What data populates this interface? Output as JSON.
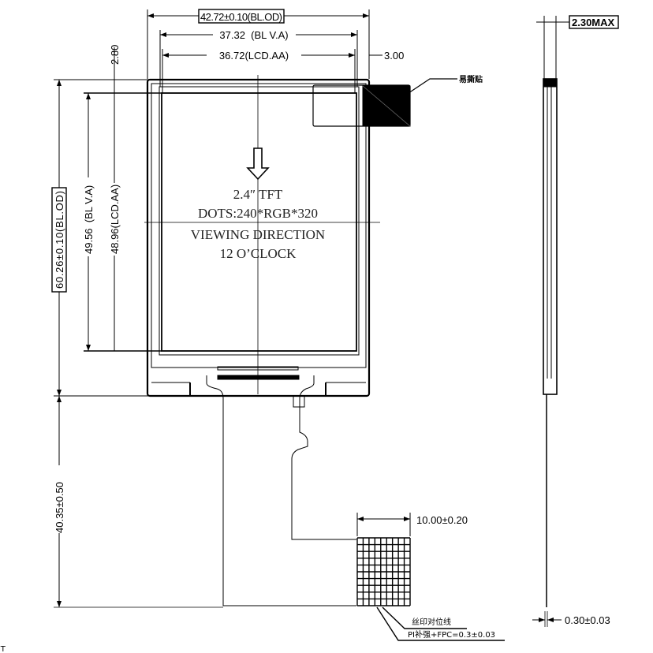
{
  "title_block": {
    "screen_size": "2.4″ TFT",
    "dots": "DOTS:240*RGB*320",
    "viewing_label": "VIEWING DIRECTION",
    "viewing_value": "12 O’CLOCK"
  },
  "dimensions": {
    "bl_od_width": "42.72±0.10(BL.OD)",
    "bl_va_width": "37.32  (BL V.A)",
    "lcd_aa_width": "36.72(LCD.AA)",
    "right_offset": "3.00",
    "top_offset": "2.80",
    "bl_od_height": "60.26±0.10(BL.OD)",
    "bl_va_height": "49.56  (BL V.A)",
    "lcd_aa_height": "48.96(LCD.AA)",
    "fpc_length": "40.35±0.50",
    "connector_width": "10.00±0.20",
    "thickness": "2.30MAX",
    "fpc_thickness": "0.30±0.03"
  },
  "annotations": {
    "tape": "易撕贴",
    "silkscreen": "丝印对位线",
    "stiffener": "PI补强+FPC=0.3±0.03",
    "corner_fragment": "'T"
  }
}
